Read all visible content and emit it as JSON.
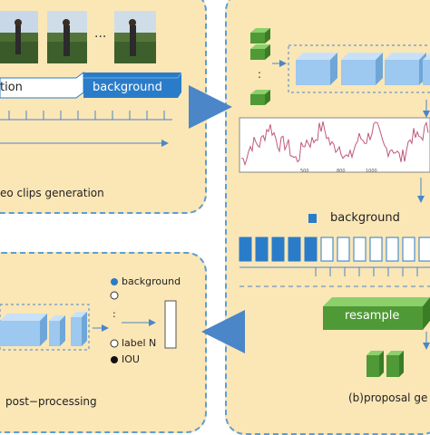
{
  "panel_a": {
    "segment_action_text": "tion",
    "segment_background_text": "background",
    "caption": "eo clips generation"
  },
  "panel_b": {
    "plot_ticks": [
      "500",
      "800",
      "1000"
    ],
    "legend_background": "background",
    "resample_label": "resample",
    "caption": "(b)proposal ge"
  },
  "panel_c": {
    "legend_background": "background",
    "legend_label": "label",
    "legend_n": "N",
    "legend_iou": "IOU",
    "dots": ":",
    "caption": "post−processing"
  },
  "colors": {
    "panel_bg": "#fbe6b6",
    "panel_border": "#5a9ed6",
    "green": "#6fb84a",
    "blue_cube": "#9dc8ef",
    "blue_box": "#2a7cc9",
    "signal": "#c0587a",
    "arrow": "#4a86c8"
  },
  "icons": [
    "archer-photo",
    "cube",
    "arrow-right",
    "arrow-left",
    "arrow-down"
  ]
}
